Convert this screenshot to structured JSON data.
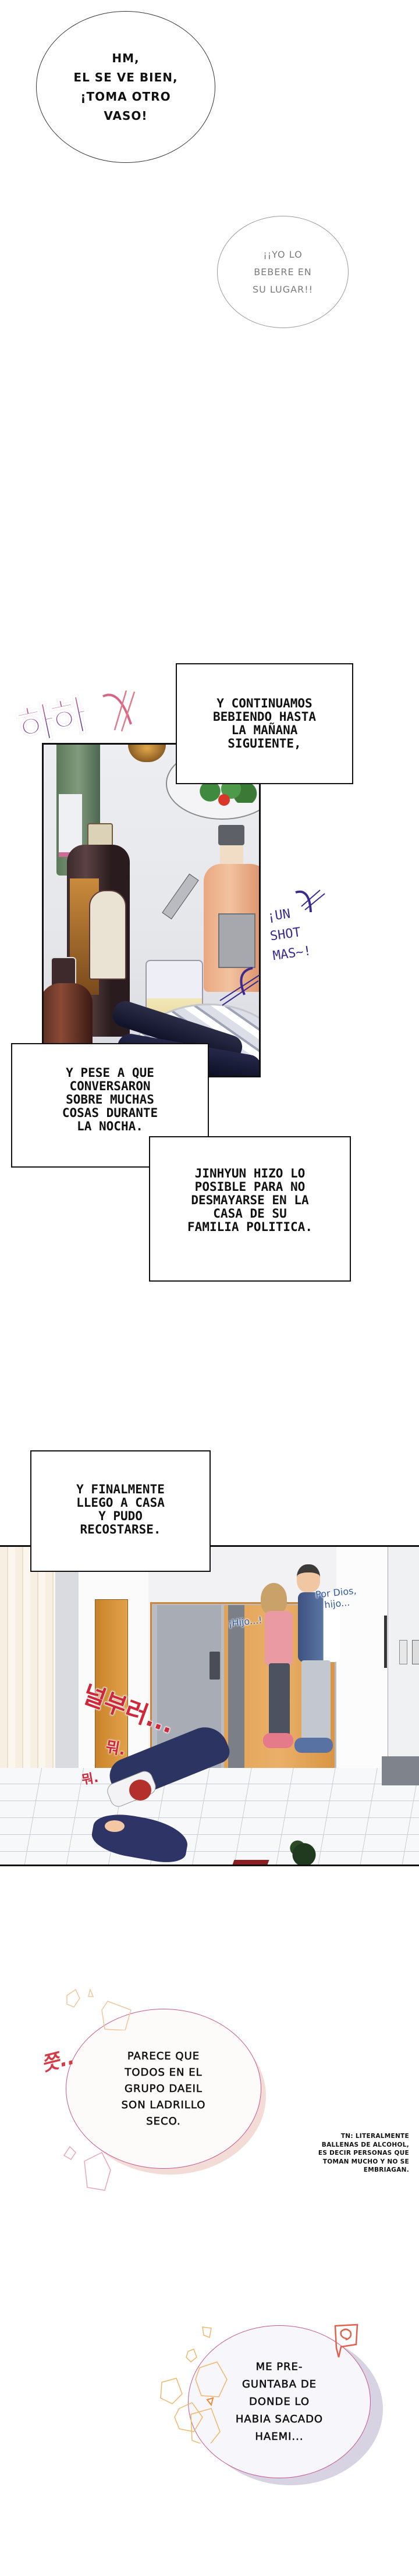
{
  "colors": {
    "background": "#ffffff",
    "ink": "#111111",
    "grey_text": "#7a7a7a",
    "sfx_pink": "#d4568f",
    "sfx_purple": "#3b2aa0",
    "sfx_red": "#d0273a",
    "dialog_blue": "#2e5a9e",
    "bubble_pink_outline": "#c8558f"
  },
  "bubbles": [
    {
      "id": "bubble-1",
      "text": "HM,\nEL SE VE BIEN,\n¡TOMA OTRO\nVASO!"
    },
    {
      "id": "bubble-2",
      "text": "¡¡YO LO\nBEBERE EN\nSU LUGAR!!"
    },
    {
      "id": "bubble-3",
      "text": "PARECE QUE\nTODOS EN EL\nGRUPO DAEIL\nSON LADRILLO\nSECO."
    },
    {
      "id": "bubble-4",
      "text": "ME PRE-\nGUNTABA DE\nDONDE LO\nHABIA SACADO\nHAEMI..."
    }
  ],
  "captions": [
    {
      "id": "caption-1",
      "text": "Y CONTINUAMOS\nBEBIENDO HASTA\nLA MAÑANA\nSIGUIENTE,"
    },
    {
      "id": "caption-2",
      "text": "Y PESE A QUE\nCONVERSARON\nSOBRE MUCHAS\nCOSAS DURANTE\nLA NOCHA."
    },
    {
      "id": "caption-3",
      "text": "JINHYUN HIZO LO\nPOSIBLE PARA NO\nDESMAYARSE EN LA\nCASA DE SU\nFAMILIA POLITICA."
    },
    {
      "id": "caption-4",
      "text": "Y FINALMENTE\nLLEGO A CASA\nY PUDO\nRECOSTARSE."
    }
  ],
  "sfx": {
    "laugh": "하하",
    "shot_more": "¡UN\nSHOT\nMAS~!",
    "sprawl": "널부러...",
    "mumble": "뭐.",
    "tsk": "쯧.."
  },
  "dialog": {
    "mother": "¡Hijo...!",
    "father": "Por Dios,\nhijo..."
  },
  "translator_note": "TN: LITERALMENTE\nBALLENAS DE ALCOHOL,\nES DECIR PERSONAS QUE\nTOMAN MUCHO Y NO SE\nEMBRIAGAN."
}
